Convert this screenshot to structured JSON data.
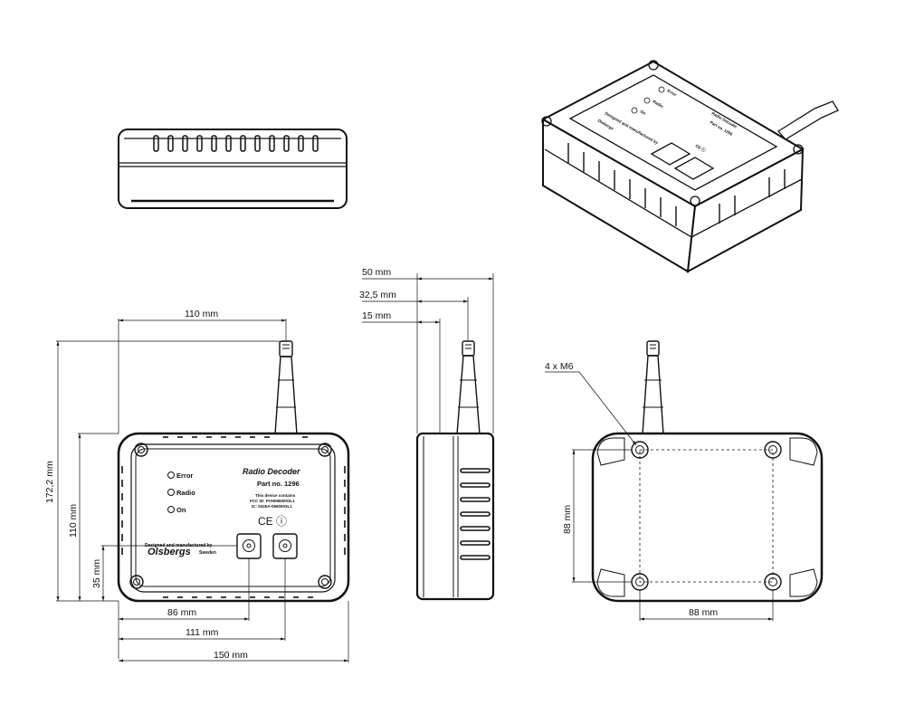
{
  "dimensions": {
    "width_110": "110 mm",
    "height_172": "172,2 mm",
    "height_110": "110 mm",
    "height_35": "35 mm",
    "width_86": "86 mm",
    "width_111": "111 mm",
    "width_150": "150 mm",
    "side_50": "50 mm",
    "side_32": "32,5 mm",
    "side_15": "15 mm",
    "bolts": "4 x M6",
    "bottom_88_v": "88 mm",
    "bottom_88_h": "88 mm"
  },
  "device": {
    "led_error": "Error",
    "led_radio": "Radio",
    "led_on": "On",
    "title": "Radio Decoder",
    "part_no": "Part no. 1296",
    "contains_1": "This device contains",
    "contains_2": "FCC ID: PVH0960003L1",
    "contains_3": "IC: 5325A-0960003L1",
    "designed_by": "Designed and manufactured by",
    "brand": "Olsbergs",
    "country": "Sweden",
    "marks": "CE ⓘ"
  }
}
